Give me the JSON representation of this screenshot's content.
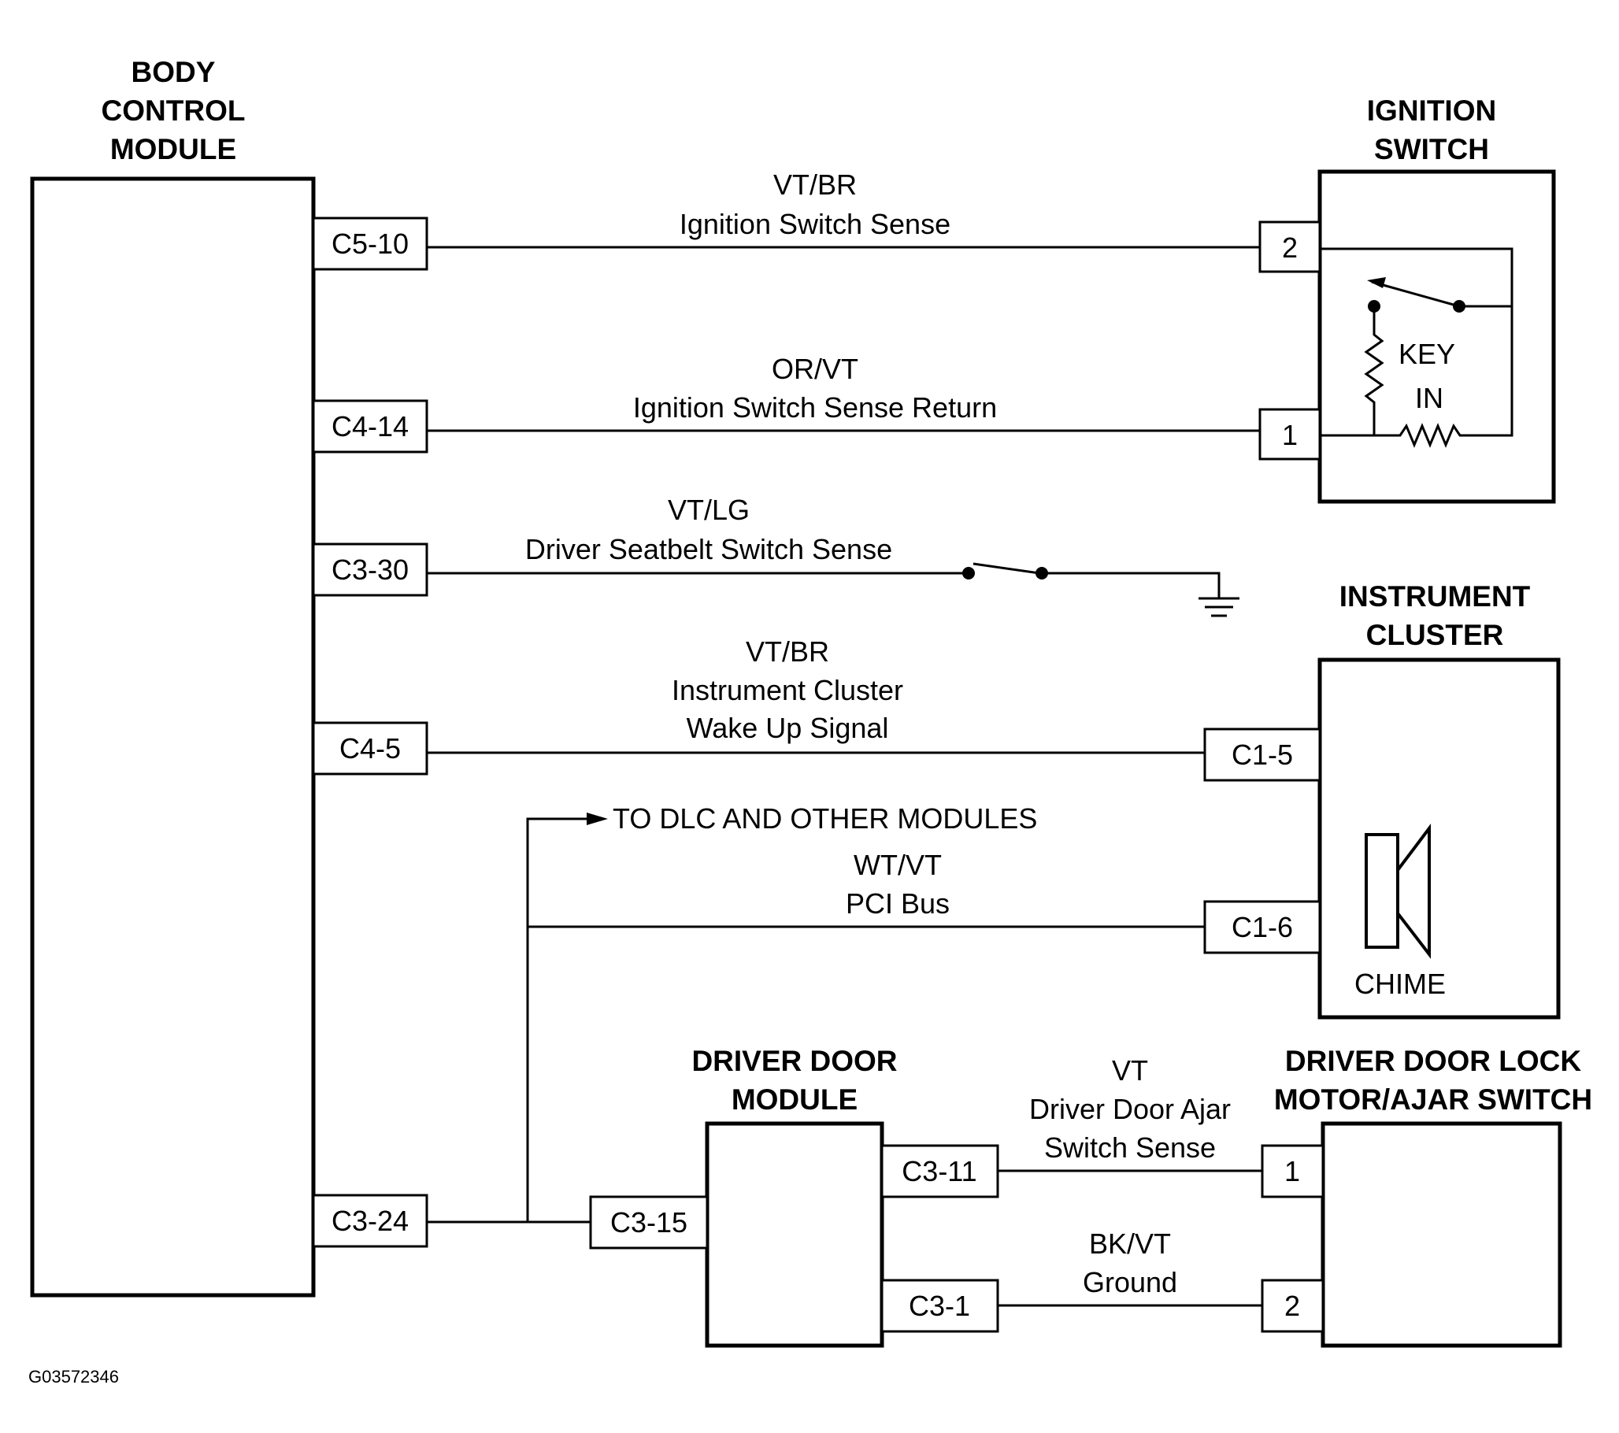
{
  "components": {
    "bcm": [
      "BODY",
      "CONTROL",
      "MODULE"
    ],
    "ignition_switch": [
      "IGNITION",
      "SWITCH"
    ],
    "instrument_cluster": [
      "INSTRUMENT",
      "CLUSTER"
    ],
    "driver_door_module": [
      "DRIVER DOOR",
      "MODULE"
    ],
    "door_lock_motor": [
      "DRIVER DOOR LOCK",
      "MOTOR/AJAR SWITCH"
    ]
  },
  "internal": {
    "key_in": [
      "KEY",
      "IN"
    ],
    "chime": "CHIME"
  },
  "pins": {
    "bcm_c5_10": "C5-10",
    "bcm_c4_14": "C4-14",
    "bcm_c3_30": "C3-30",
    "bcm_c4_5": "C4-5",
    "bcm_c3_24": "C3-24",
    "ign_2": "2",
    "ign_1": "1",
    "ic_c1_5": "C1-5",
    "ic_c1_6": "C1-6",
    "ddm_c3_15": "C3-15",
    "ddm_c3_11": "C3-11",
    "ddm_c3_1": "C3-1",
    "dl_1": "1",
    "dl_2": "2"
  },
  "wires": {
    "ign_sense": [
      "VT/BR",
      "Ignition Switch Sense"
    ],
    "ign_return": [
      "OR/VT",
      "Ignition Switch Sense Return"
    ],
    "seatbelt": [
      "VT/LG",
      "Driver Seatbelt Switch Sense"
    ],
    "wakeup": [
      "VT/BR",
      "Instrument Cluster",
      "Wake Up Signal"
    ],
    "to_dlc": "TO DLC AND OTHER MODULES",
    "pci": [
      "WT/VT",
      "PCI Bus"
    ],
    "door_ajar": [
      "VT",
      "Driver Door Ajar",
      "Switch Sense"
    ],
    "ground": [
      "BK/VT",
      "Ground"
    ]
  },
  "figure_id": "G03572346"
}
